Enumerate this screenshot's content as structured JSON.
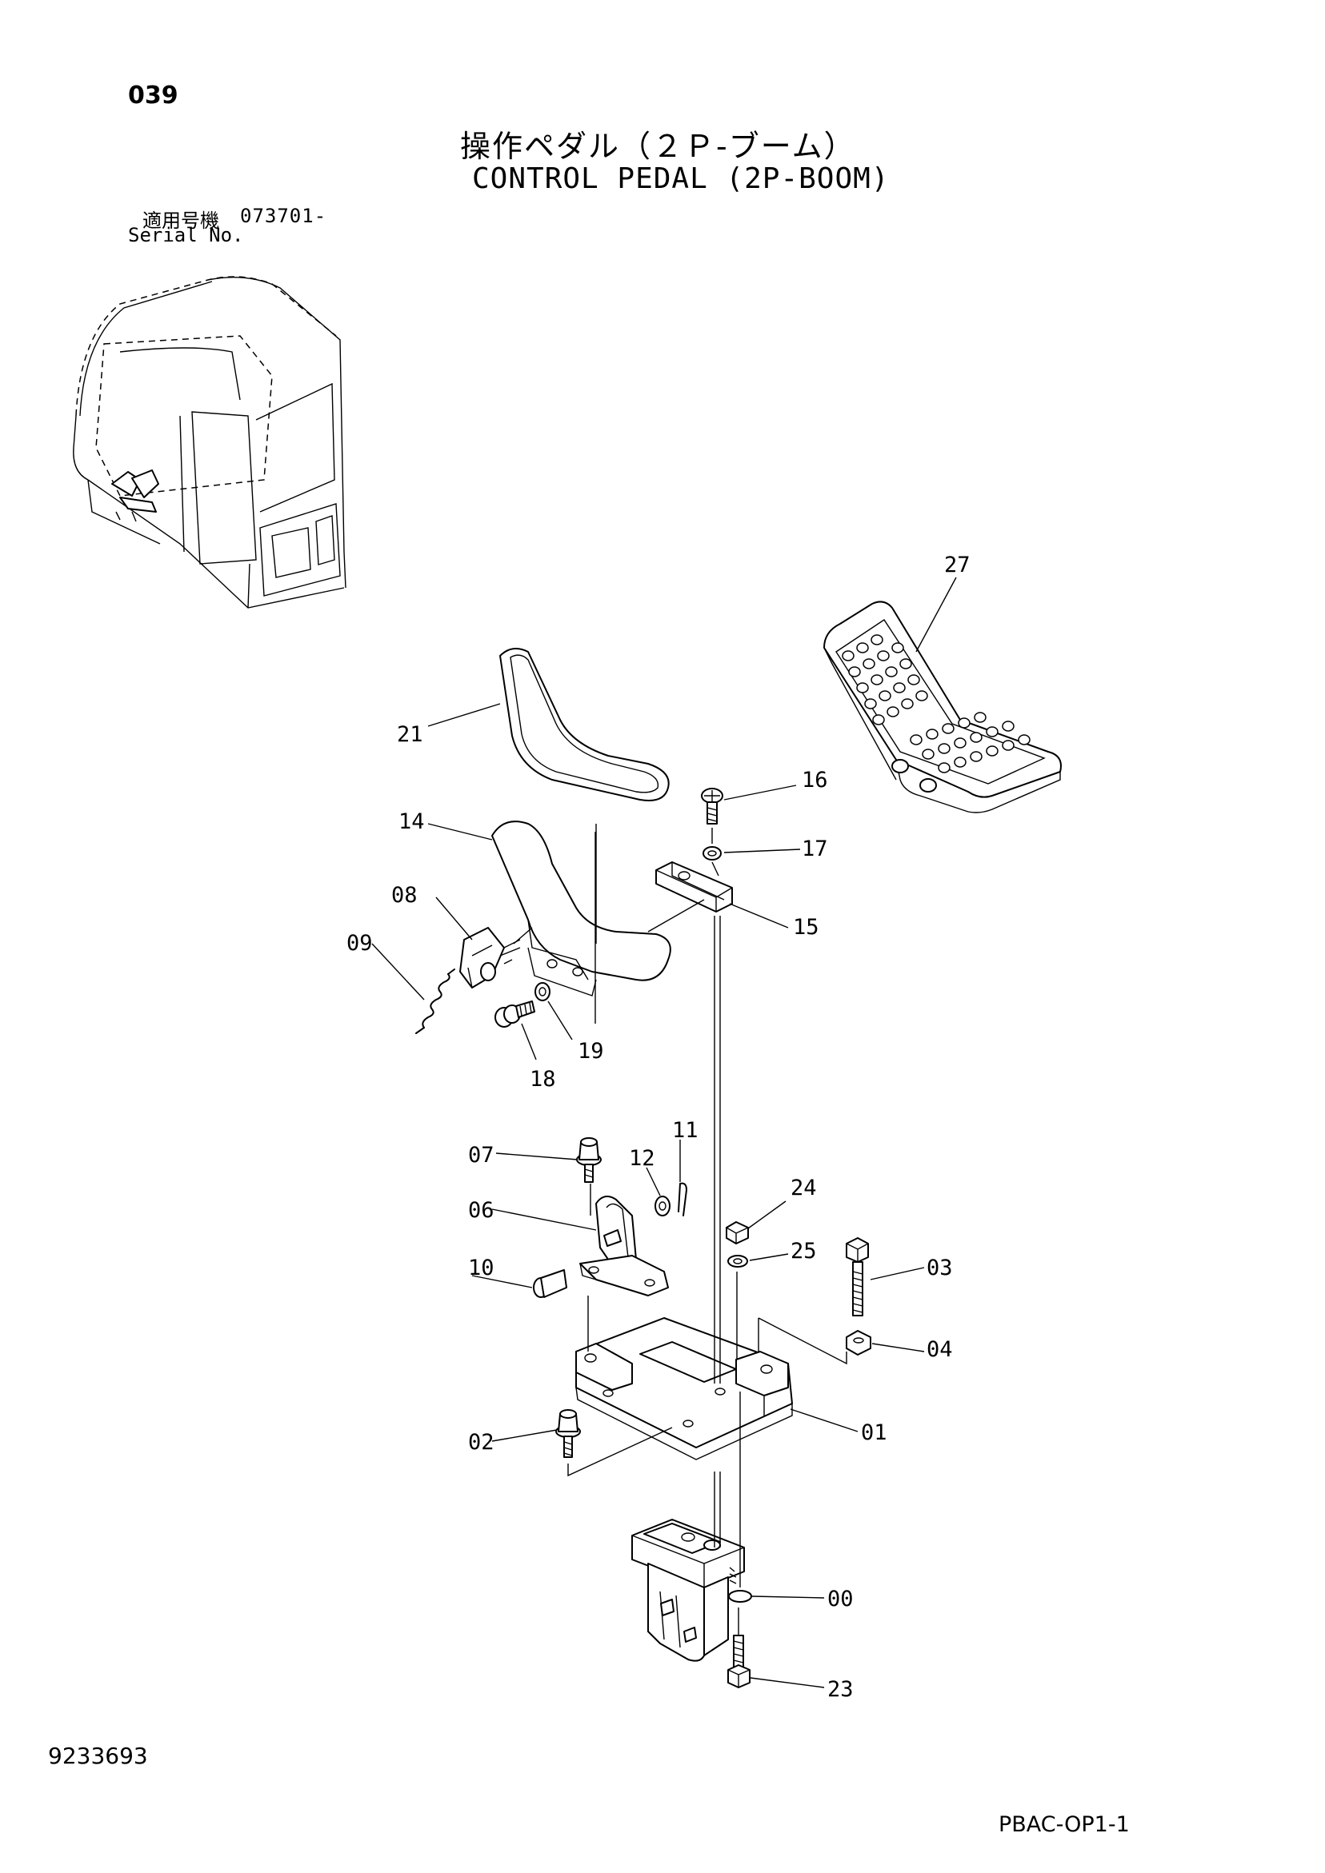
{
  "header": {
    "page_number": "039",
    "title_jp": "操作ペダル（２Ｐ-ブーム）",
    "title_en": "CONTROL PEDAL (2P-BOOM)",
    "serial_label_jp": "適用号機",
    "serial_value": "073701-",
    "serial_label_en": "Serial No."
  },
  "footer": {
    "doc_number": "9233693",
    "page_code": "PBAC-OP1-1"
  },
  "callouts": {
    "c27": "27",
    "c21": "21",
    "c16": "16",
    "c17": "17",
    "c14": "14",
    "c15": "15",
    "c08": "08",
    "c09": "09",
    "c19": "19",
    "c18": "18",
    "c11": "11",
    "c12": "12",
    "c07": "07",
    "c24": "24",
    "c06": "06",
    "c25": "25",
    "c03": "03",
    "c10": "10",
    "c04": "04",
    "c02": "02",
    "c01": "01",
    "c00": "00",
    "c23": "23"
  },
  "icons": {
    "cab_overview": "cab-overview-icon",
    "exploded_view": "pedal-assembly-exploded-view"
  }
}
